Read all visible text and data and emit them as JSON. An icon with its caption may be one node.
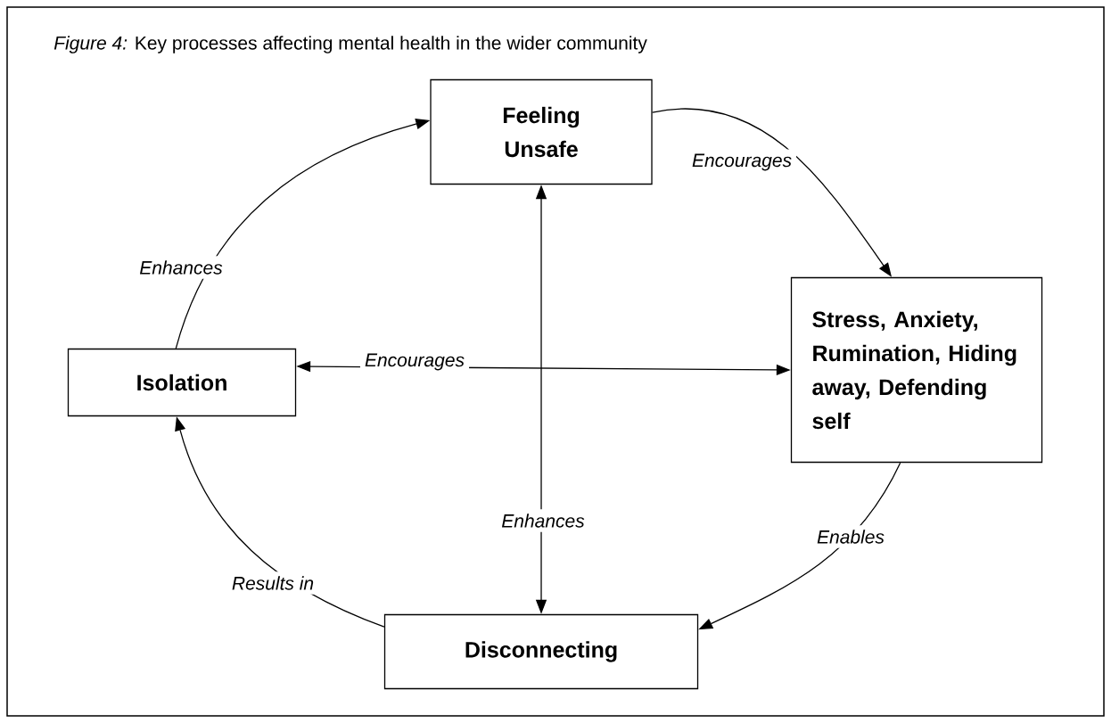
{
  "diagram": {
    "title": "*Figure 4:* Key processes affecting mental health in the wider community",
    "nodes": [
      {
        "text": [
          "Feeling Unsafe"
        ]
      },
      {
        "text": [
          "Stress, Anxiety, Rumination, Hiding away, Defending self"
        ]
      },
      {
        "text": [
          "Isolation"
        ]
      },
      {
        "text": [
          "Disconnecting"
        ]
      }
    ],
    "edges": [
      {
        "from": 0,
        "to": 1,
        "arrow": "to",
        "label": "Encourages"
      },
      {
        "from": 1,
        "to": 3,
        "arrow": "to",
        "label": "Enables"
      },
      {
        "from": 3,
        "to": 2,
        "arrow": "to",
        "label": "Results in"
      },
      {
        "from": 2,
        "to": 0,
        "arrow": "to",
        "label": "Enhances"
      },
      {
        "from": 3,
        "to": 0,
        "arrow": "both",
        "label": "Enhances"
      },
      {
        "from": 2,
        "to": 1,
        "arrow": "both",
        "label": "Encourages"
      }
    ]
  }
}
